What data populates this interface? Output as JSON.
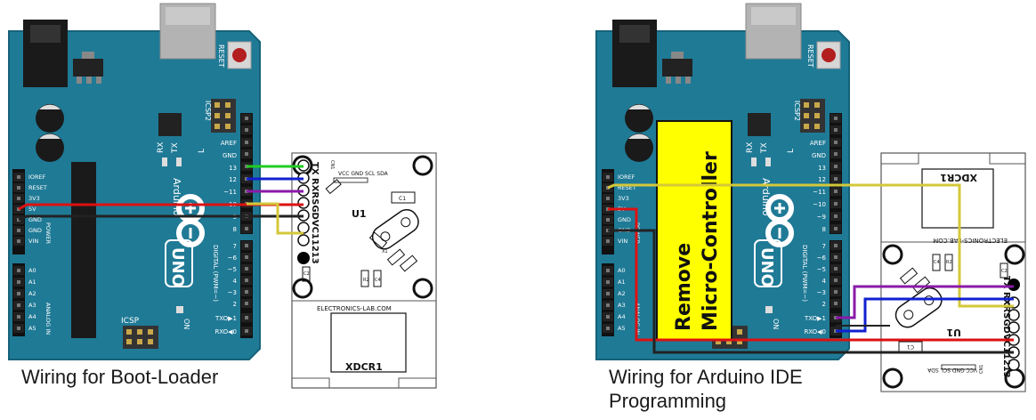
{
  "captions": {
    "left": "Wiring for Boot-Loader",
    "right_line1": "Wiring for Arduino IDE",
    "right_line2": "Programming"
  },
  "arduino": {
    "reset": "RESET",
    "icsp2": "ICSP2",
    "icsp": "ICSP",
    "tx": "TX",
    "rx": "RX",
    "l": "L",
    "on": "ON",
    "brand": "Arduino",
    "uno": "UNO",
    "digital": "DIGITAL (PWM=~)",
    "power": "POWER",
    "analog": "ANALOG IN",
    "top_pins": [
      "AREF",
      "GND",
      "13",
      "12",
      "~11",
      "~10",
      "~9",
      "8"
    ],
    "mid_pins": [
      "7",
      "~6",
      "~5",
      "4",
      "~3",
      "2",
      "TXO▶1",
      "RXO◀0"
    ],
    "power_pins": [
      "IOREF",
      "RESET",
      "3V3",
      "5V",
      "GND",
      "GND",
      "VIN"
    ],
    "analog_pins": [
      "A0",
      "A1",
      "A2",
      "A3",
      "A4",
      "A5"
    ]
  },
  "module": {
    "name": "XDCR1",
    "site": "ELECTRONICS-LAB.COM",
    "pins": "TX RXRSGDVC11213",
    "i2c": "VCC GND SCL SDA",
    "cn1": "CN1",
    "u1": "U1",
    "c1": "C1",
    "c2": "C2",
    "c3": "C3",
    "c4": "C4",
    "r1": "R1",
    "r2": "R2",
    "x1": "X1"
  },
  "remove": {
    "line1": "Remove",
    "line2": "Micro-Controller"
  },
  "colors": {
    "board": "#1f7a96",
    "board_edge": "#16627a",
    "wire_green": "#22cc22",
    "wire_blue": "#1020d0",
    "wire_purple": "#8a1aa8",
    "wire_red": "#dd1111",
    "wire_black": "#222222",
    "wire_yellow": "#d4c83a",
    "remove_box": "#ffff00"
  }
}
